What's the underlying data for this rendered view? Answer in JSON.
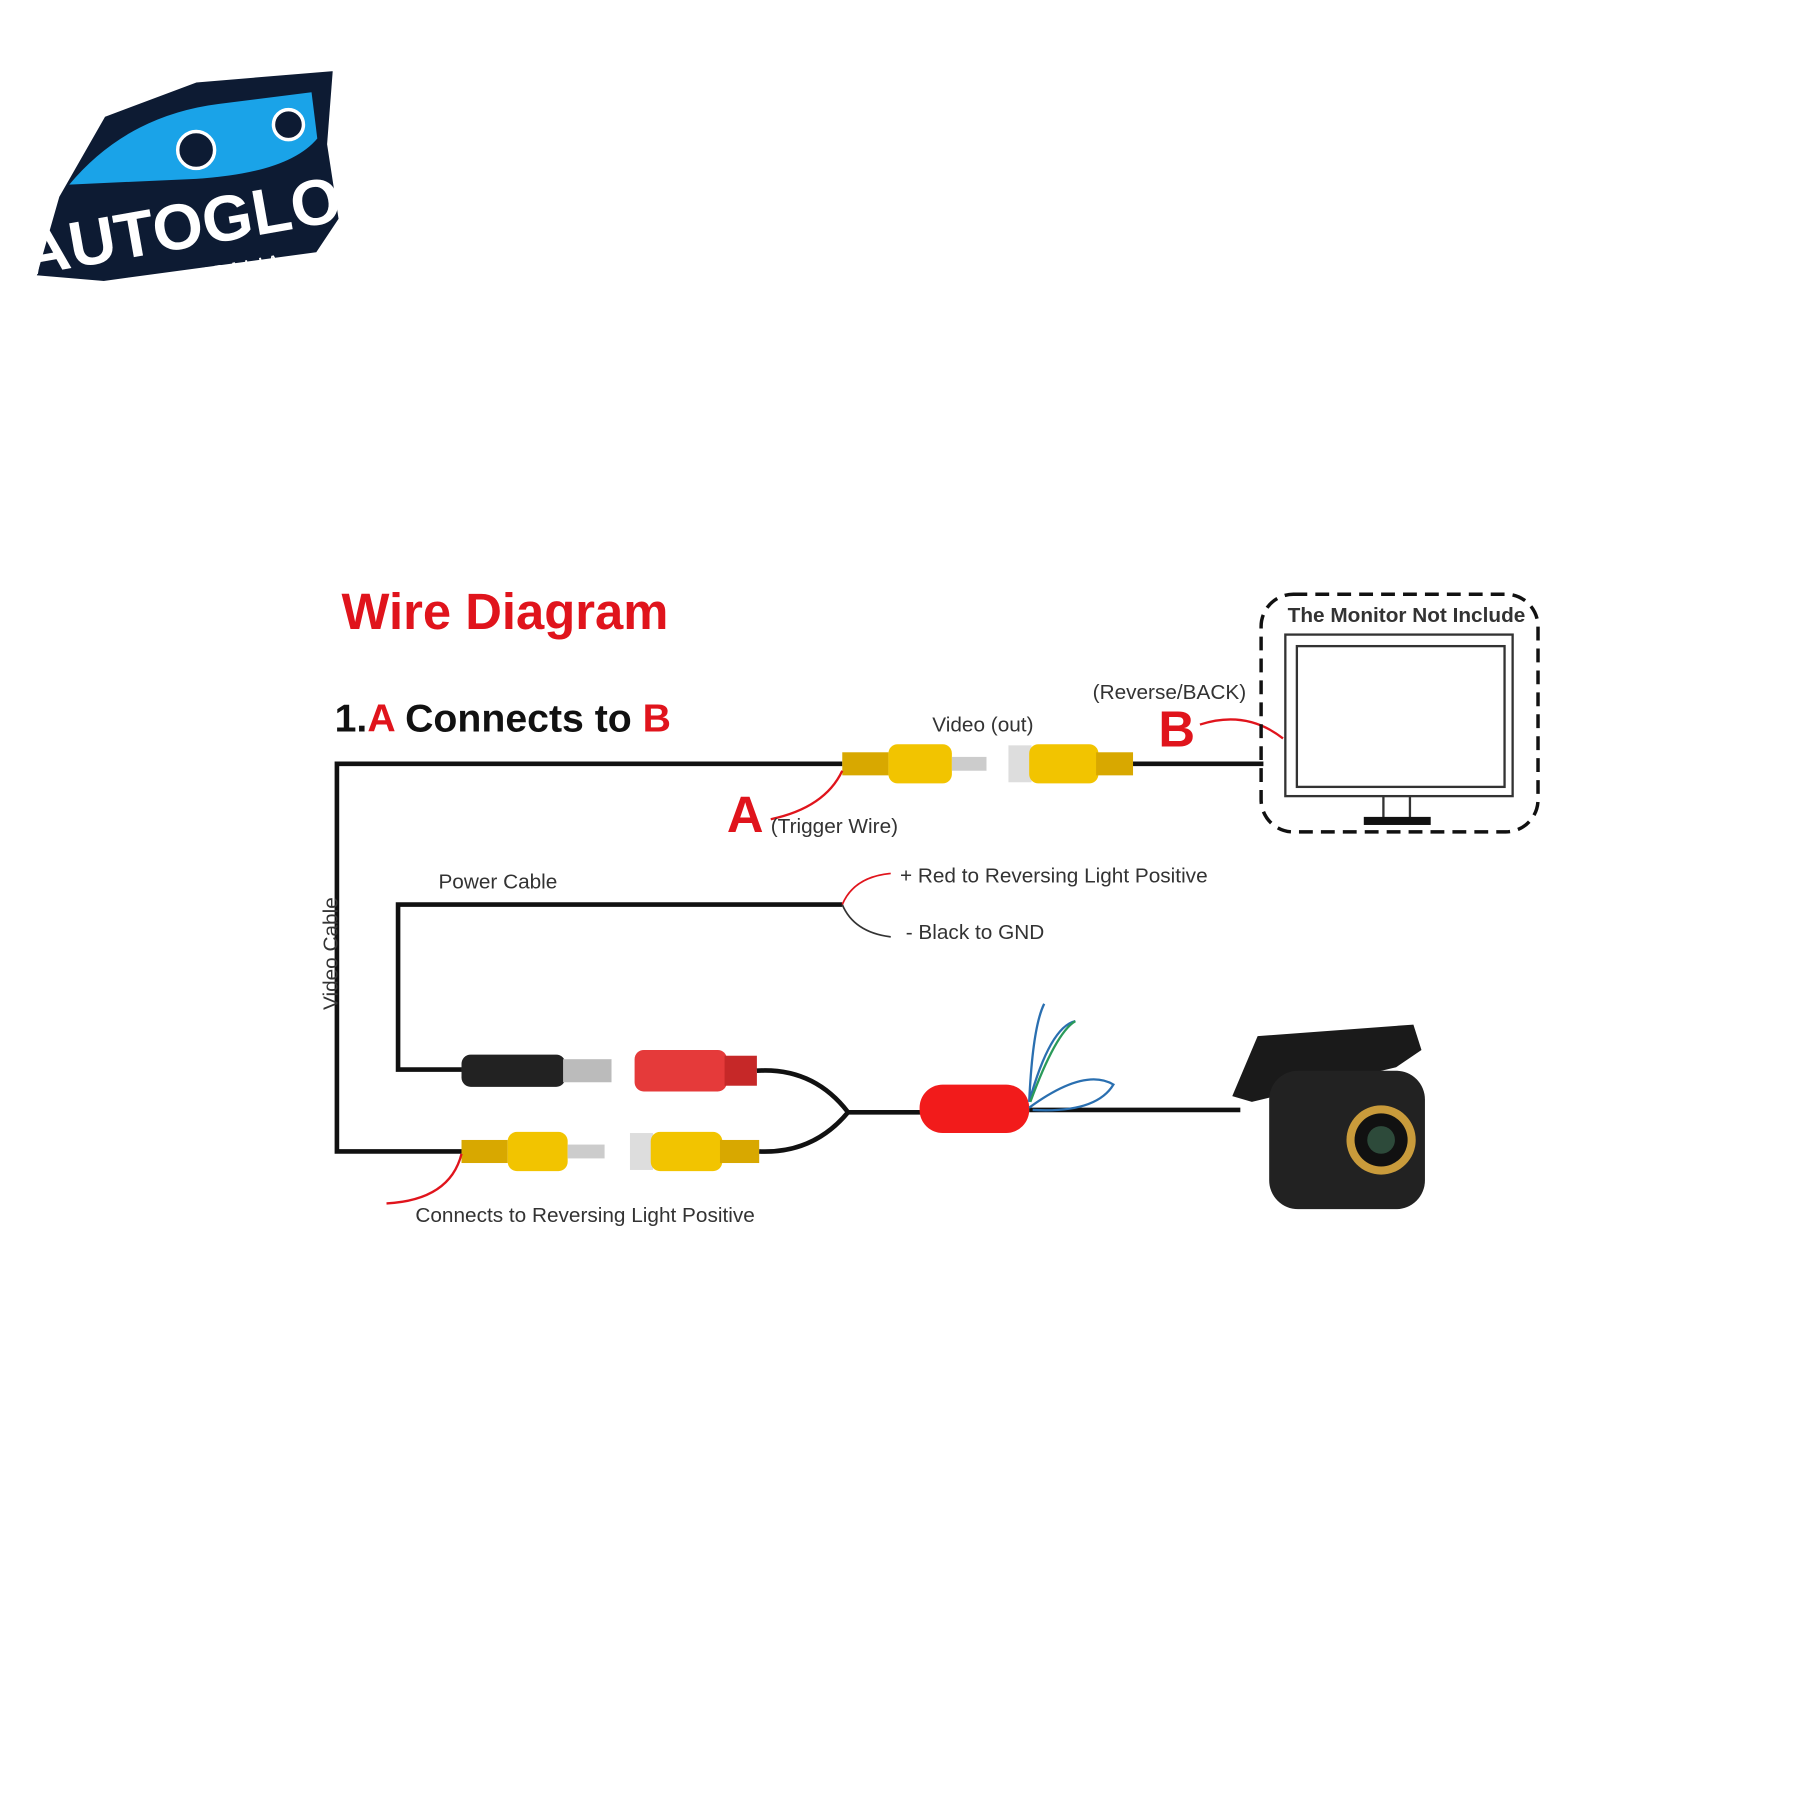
{
  "logo": {
    "brand": "AUTOGLO",
    "tagline": "AUSTRALIA"
  },
  "title": "Wire Diagram",
  "step": {
    "prefix": "1.",
    "a": "A",
    "middle": " Connects to ",
    "b": "B"
  },
  "labels": {
    "video_out": "Video (out)",
    "reverse_back": "(Reverse/BACK)",
    "b_marker": "B",
    "a_marker": "A",
    "trigger_wire": "(Trigger Wire)",
    "monitor_note": "The Monitor Not Include",
    "power_cable": "Power Cable",
    "red_positive": "+ Red to Reversing Light Positive",
    "black_gnd": "- Black to GND",
    "video_cable": "Video Cable",
    "reversing_light": "Connects to Reversing Light Positive"
  },
  "colors": {
    "accent": "#e0141c",
    "rca_yellow": "#f2c400",
    "logo_blue": "#1aa3e8",
    "logo_navy": "#0d1b33"
  }
}
